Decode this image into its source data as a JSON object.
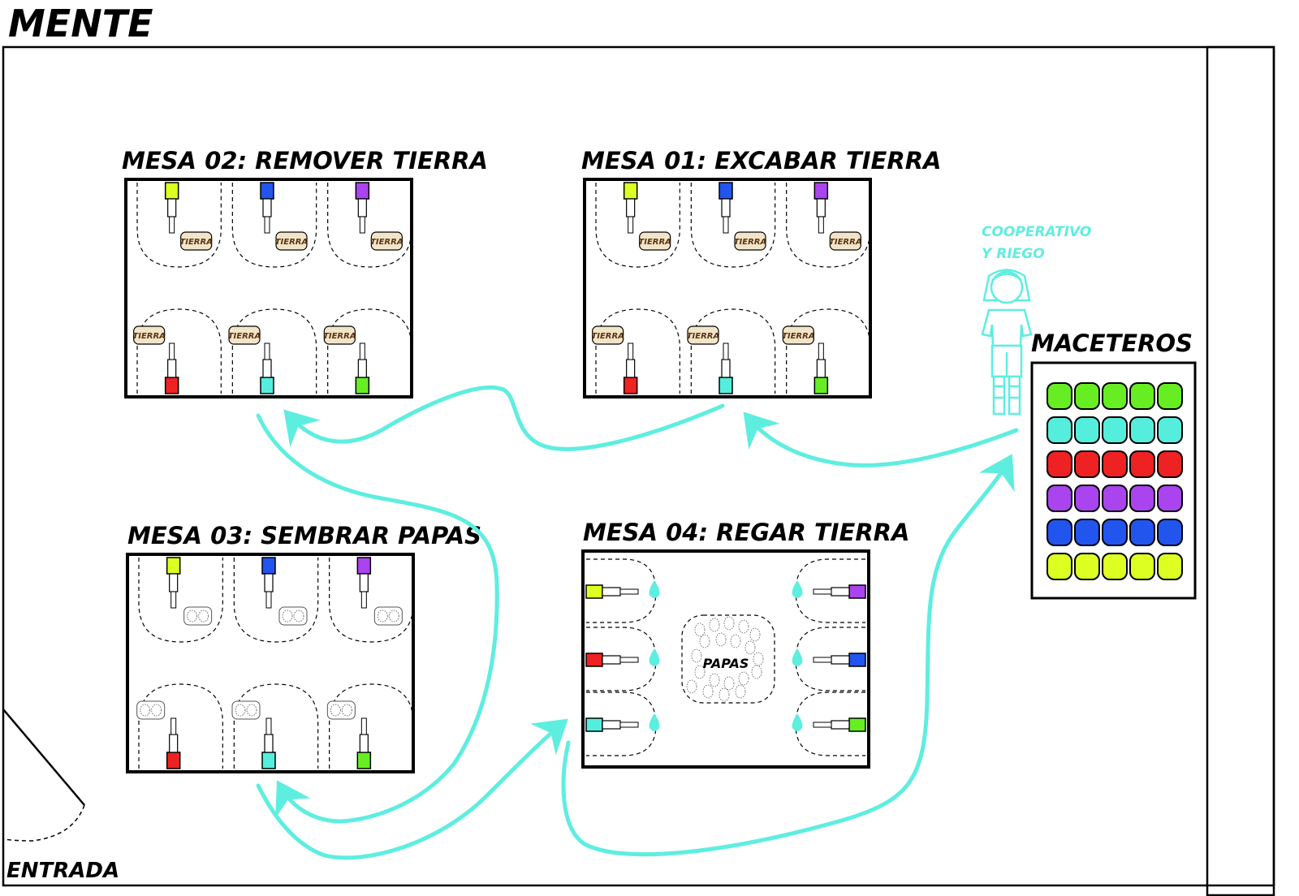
{
  "header": {
    "title": "MENTE"
  },
  "entrance": {
    "label": "ENTRADA"
  },
  "tables": [
    {
      "id": "mesa02",
      "label": "MESA 02: REMOVER TIERRA",
      "item_label": "TIERRA"
    },
    {
      "id": "mesa01",
      "label": "MESA 01: EXCABAR TIERRA",
      "item_label": "TIERRA"
    },
    {
      "id": "mesa03",
      "label": "MESA 03: SEMBRAR PAPAS"
    },
    {
      "id": "mesa04",
      "label": "MESA 04: REGAR TIERRA",
      "center_label": "PAPAS"
    }
  ],
  "pots": {
    "label": "MACETEROS",
    "row_colors": [
      "#66ee22",
      "#55eedd",
      "#ee2222",
      "#aa44ee",
      "#2255ee",
      "#ddff22"
    ],
    "per_row": 5
  },
  "person": {
    "label_line1": "COOPERATIVO",
    "label_line2": "Y RIEGO"
  },
  "colors": {
    "path": "#5eeee0",
    "yellow": "#ddff22",
    "blue": "#2255ee",
    "purple": "#aa44ee",
    "red": "#ee2222",
    "cyan": "#55eedd",
    "green": "#66ee22",
    "tag_fill": "#f2e4c8",
    "tag_text": "#5a3510"
  }
}
